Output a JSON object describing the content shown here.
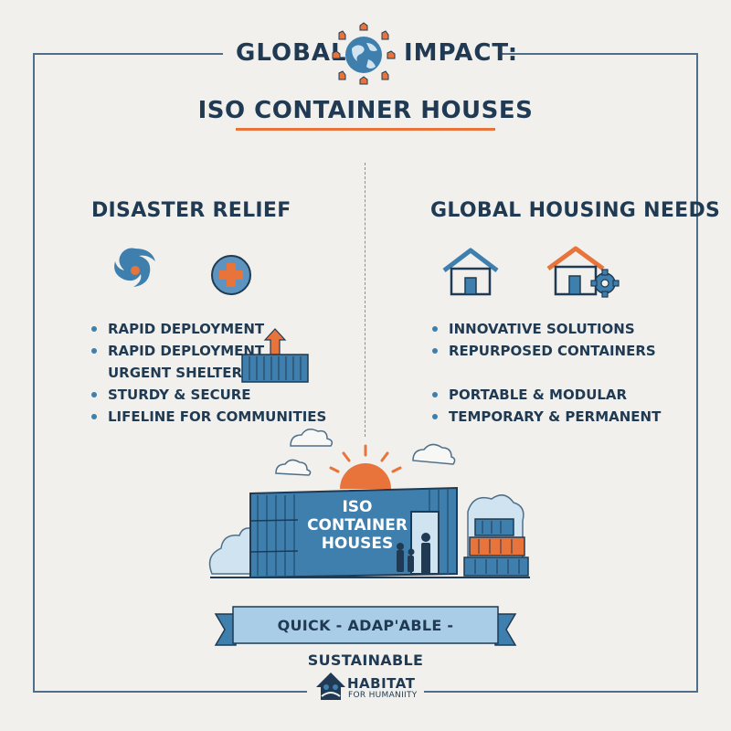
{
  "header": {
    "title_left": "GLOBAL",
    "title_right": "IMPACT:",
    "subtitle": "ISO CONTAINER HOUSES"
  },
  "left_section": {
    "title": "DISASTER RELIEF",
    "bullets": [
      {
        "text": "RAPID DEPLOYMENT",
        "bullet": true
      },
      {
        "text": "RAPID DEPLOYMENT",
        "bullet": true
      },
      {
        "text": "URGENT SHELTER",
        "bullet": false
      },
      {
        "text": "STURDY & SECURE",
        "bullet": true
      },
      {
        "text": "LIFELINE FOR COMMUNITIES",
        "bullet": true
      }
    ],
    "icons": [
      "hurricane-icon",
      "medical-cross-icon",
      "container-up-arrow-icon"
    ]
  },
  "right_section": {
    "title": "GLOBAL HOUSING NEEDS",
    "bullets": [
      {
        "text": "INNOVATIVE SOLUTIONS",
        "bullet": true
      },
      {
        "text": "REPURPOSED CONTAINERS",
        "bullet": true
      },
      {
        "text": "",
        "bullet": false
      },
      {
        "text": "PORTABLE & MODULAR",
        "bullet": true
      },
      {
        "text": "TEMPORARY & PERMANENT",
        "bullet": true
      }
    ],
    "icons": [
      "house-icon",
      "house-gear-icon"
    ]
  },
  "illustration": {
    "container_label": [
      "ISO",
      "CONTAINER",
      "HOUSES"
    ]
  },
  "banner": {
    "text": "QUICK - ADAP'ABLE - SUSTAINABLE"
  },
  "logo": {
    "main": "HABITAT",
    "sub": "FOR HUMANIITY"
  },
  "colors": {
    "navy": "#1f3a52",
    "blue": "#3f7fae",
    "light_blue": "#a9cde6",
    "orange": "#e8743b",
    "background": "#f1f0ec"
  }
}
